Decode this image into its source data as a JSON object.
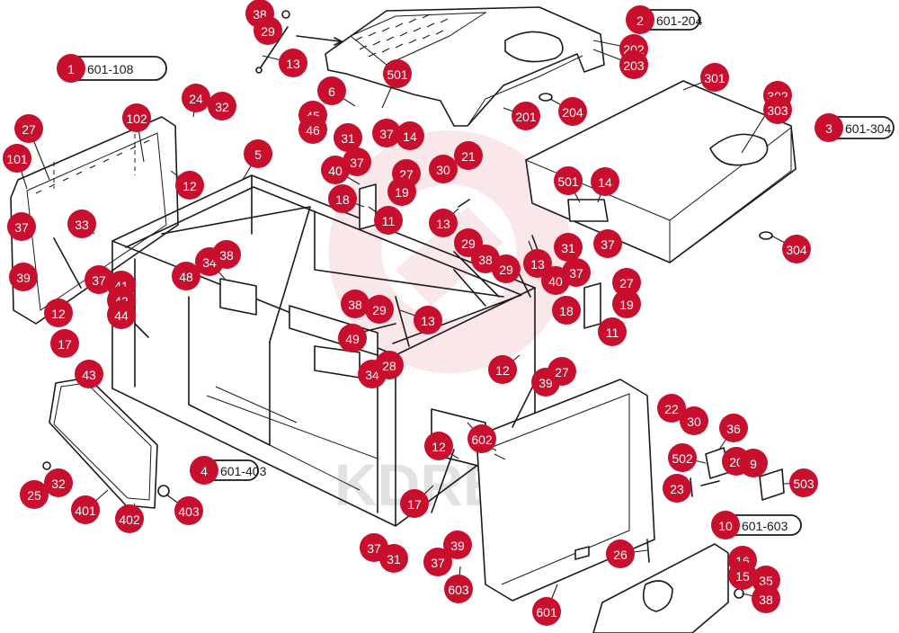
{
  "watermark_text": "KDREX",
  "colors": {
    "badge": "#c8102e",
    "line": "#1a1a1a"
  },
  "refs": [
    {
      "id": "ref-1",
      "num": "1",
      "code": "601-108"
    },
    {
      "id": "ref-2",
      "num": "2",
      "code": "601-204"
    },
    {
      "id": "ref-3",
      "num": "3",
      "code": "601-304"
    },
    {
      "id": "ref-4",
      "num": "4",
      "code": "601-403"
    },
    {
      "id": "ref-10",
      "num": "10",
      "code": "601-603"
    }
  ],
  "badges": [
    {
      "t": "38"
    },
    {
      "t": "29"
    },
    {
      "t": "13"
    },
    {
      "t": "202"
    },
    {
      "t": "203"
    },
    {
      "t": "501"
    },
    {
      "t": "6"
    },
    {
      "t": "45"
    },
    {
      "t": "46"
    },
    {
      "t": "201"
    },
    {
      "t": "204"
    },
    {
      "t": "301"
    },
    {
      "t": "302"
    },
    {
      "t": "303"
    },
    {
      "t": "24"
    },
    {
      "t": "32"
    },
    {
      "t": "102"
    },
    {
      "t": "27"
    },
    {
      "t": "101"
    },
    {
      "t": "12"
    },
    {
      "t": "5"
    },
    {
      "t": "31"
    },
    {
      "t": "37"
    },
    {
      "t": "14"
    },
    {
      "t": "40"
    },
    {
      "t": "37"
    },
    {
      "t": "27"
    },
    {
      "t": "30"
    },
    {
      "t": "21"
    },
    {
      "t": "18"
    },
    {
      "t": "19"
    },
    {
      "t": "11"
    },
    {
      "t": "501"
    },
    {
      "t": "14"
    },
    {
      "t": "37"
    },
    {
      "t": "33"
    },
    {
      "t": "39"
    },
    {
      "t": "37"
    },
    {
      "t": "41"
    },
    {
      "t": "42"
    },
    {
      "t": "44"
    },
    {
      "t": "12"
    },
    {
      "t": "34"
    },
    {
      "t": "38"
    },
    {
      "t": "48"
    },
    {
      "t": "13"
    },
    {
      "t": "29"
    },
    {
      "t": "38"
    },
    {
      "t": "29"
    },
    {
      "t": "13"
    },
    {
      "t": "31"
    },
    {
      "t": "37"
    },
    {
      "t": "304"
    },
    {
      "t": "40"
    },
    {
      "t": "37"
    },
    {
      "t": "27"
    },
    {
      "t": "18"
    },
    {
      "t": "19"
    },
    {
      "t": "11"
    },
    {
      "t": "38"
    },
    {
      "t": "29"
    },
    {
      "t": "13"
    },
    {
      "t": "17"
    },
    {
      "t": "49"
    },
    {
      "t": "34"
    },
    {
      "t": "28"
    },
    {
      "t": "43"
    },
    {
      "t": "12"
    },
    {
      "t": "39"
    },
    {
      "t": "27"
    },
    {
      "t": "22"
    },
    {
      "t": "30"
    },
    {
      "t": "36"
    },
    {
      "t": "12"
    },
    {
      "t": "602"
    },
    {
      "t": "502"
    },
    {
      "t": "20"
    },
    {
      "t": "9"
    },
    {
      "t": "25"
    },
    {
      "t": "32"
    },
    {
      "t": "23"
    },
    {
      "t": "503"
    },
    {
      "t": "401"
    },
    {
      "t": "402"
    },
    {
      "t": "403"
    },
    {
      "t": "17"
    },
    {
      "t": "26"
    },
    {
      "t": "16"
    },
    {
      "t": "15"
    },
    {
      "t": "35"
    },
    {
      "t": "38"
    },
    {
      "t": "37"
    },
    {
      "t": "31"
    },
    {
      "t": "39"
    },
    {
      "t": "37"
    },
    {
      "t": "603"
    },
    {
      "t": "601"
    }
  ]
}
